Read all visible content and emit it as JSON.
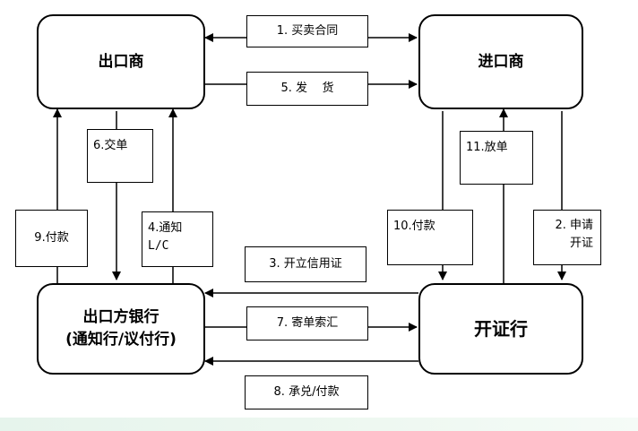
{
  "nodes": {
    "exporter": "出口商",
    "importer": "进口商",
    "exporter_bank_line1": "出口方银行",
    "exporter_bank_line2": "(通知行/议付行)",
    "issuing_bank": "开证行"
  },
  "steps": {
    "s1": "1. 买卖合同",
    "s2_line1": "2. 申请",
    "s2_line2": "开证",
    "s3": "3. 开立信用证",
    "s4_line1": "4.通知",
    "s4_line2": "L/C",
    "s5": "5. 发    货",
    "s6": "6.交单",
    "s7": "7. 寄单索汇",
    "s8": "8. 承兑/付款",
    "s9": "9.付款",
    "s10": "10.付款",
    "s11": "11.放单"
  }
}
